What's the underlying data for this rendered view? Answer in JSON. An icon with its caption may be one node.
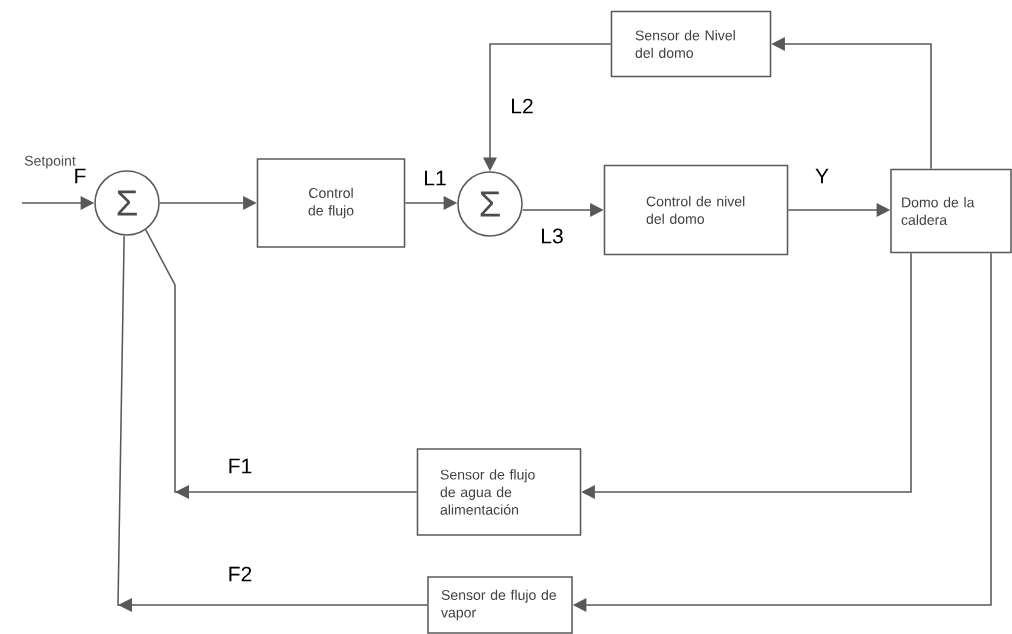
{
  "diagram": {
    "nodes": [
      {
        "text": [
          "Σ"
        ]
      },
      {
        "text": [
          "Control de flujo"
        ]
      },
      {
        "text": [
          "Σ"
        ]
      },
      {
        "text": [
          "Control de nivel del domo"
        ]
      },
      {
        "text": [
          "Domo de la caldera"
        ]
      },
      {
        "text": [
          "Sensor de Nivel del domo"
        ]
      },
      {
        "text": [
          "Sensor de flujo de agua de alimentación"
        ]
      },
      {
        "text": [
          "Sensor de flujo de vapor"
        ]
      }
    ],
    "edges": [
      {
        "from": null,
        "to": 0,
        "arrow": "to",
        "label": "F"
      },
      {
        "from": 0,
        "to": 1,
        "arrow": "to"
      },
      {
        "from": 1,
        "to": 2,
        "arrow": "to",
        "label": "L1"
      },
      {
        "from": 5,
        "to": 2,
        "arrow": "to",
        "label": "L2"
      },
      {
        "from": 2,
        "to": 3,
        "arrow": "to",
        "label": "L3"
      },
      {
        "from": 3,
        "to": 4,
        "arrow": "to",
        "label": "Y"
      },
      {
        "from": 4,
        "to": 5,
        "arrow": "to"
      },
      {
        "from": 4,
        "to": 6,
        "arrow": "to"
      },
      {
        "from": 6,
        "to": 0,
        "arrow": "to",
        "label": "F1"
      },
      {
        "from": 4,
        "to": 7,
        "arrow": "to"
      },
      {
        "from": 7,
        "to": 0,
        "arrow": "to",
        "label": "F2"
      }
    ],
    "labels": [
      "Setpoint"
    ]
  }
}
